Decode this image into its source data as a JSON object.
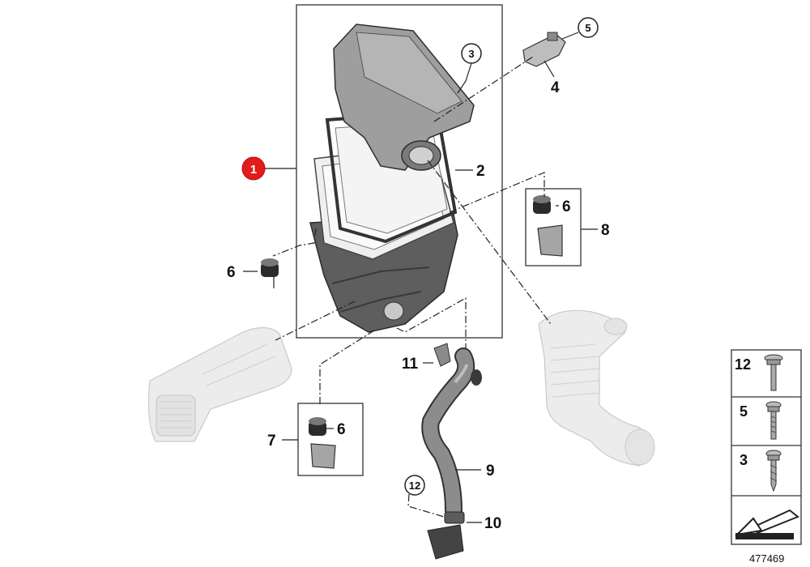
{
  "callouts": {
    "c1": "1",
    "c2": "2",
    "c3": "3",
    "c4": "4",
    "c5": "5",
    "c6_left": "6",
    "c6_box8": "6",
    "c6_box7": "6",
    "c7": "7",
    "c8": "8",
    "c9": "9",
    "c10": "10",
    "c11": "11",
    "c12": "12"
  },
  "legend": {
    "items": [
      {
        "number": "12",
        "icon": "flange-screw-icon"
      },
      {
        "number": "5",
        "icon": "machine-screw-icon"
      },
      {
        "number": "3",
        "icon": "self-tapping-screw-icon"
      }
    ]
  },
  "highlight_color": "#e21b1b",
  "reference_number": "477469"
}
